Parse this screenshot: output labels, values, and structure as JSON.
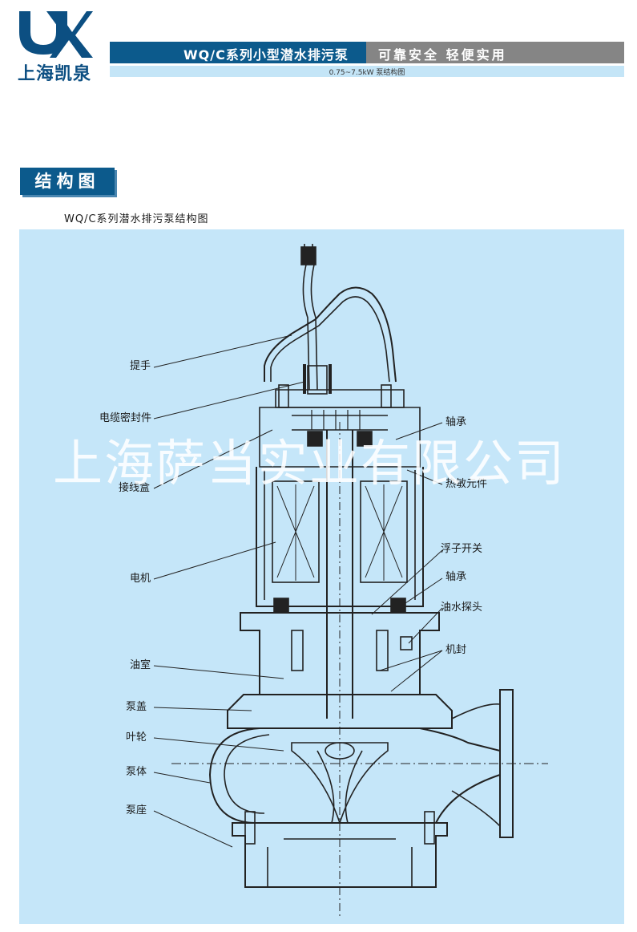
{
  "logo": {
    "icon_name": "kaiquan-logo-icon",
    "brand_text": "上海凯泉",
    "brand_color": "#0c4f82"
  },
  "banner": {
    "title": "WQ/C系列小型潜水排污泵",
    "slogan": "可靠安全 轻便实用",
    "subtitle": "0.75~7.5kW 泵结构图"
  },
  "section": {
    "title": "结构图",
    "caption": "WQ/C系列潜水排污泵结构图"
  },
  "diagram": {
    "labels_left": [
      "提手",
      "电缆密封件",
      "接线盒",
      "电机",
      "油室",
      "泵盖",
      "叶轮",
      "泵体",
      "泵座"
    ],
    "labels_right": [
      "轴承",
      "热敏元件",
      "浮子开关",
      "轴承",
      "油水探头",
      "机封"
    ]
  },
  "watermark": {
    "text": "上海萨当实业有限公司"
  },
  "colors": {
    "panel_bg": "#c5e6f9",
    "header_blue": "#0c5a8c",
    "banner_gray": "#858585",
    "line": "#222222"
  }
}
